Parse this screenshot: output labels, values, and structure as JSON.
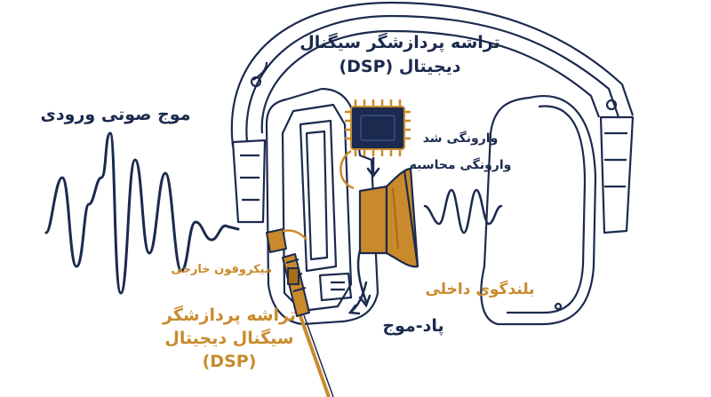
{
  "labels": {
    "input_wave": "موج صوتی ورودی",
    "dsp_top_line1": "تراشه پردازشگر سیگنال",
    "dsp_top_line2": "دیجیتال (DSP)",
    "inverted": "وارونگی شد",
    "inverted_calc": "وارونگی محاسبه",
    "ext_mic": "میکروفون خارجی",
    "speaker": "بلندگوی داخلی",
    "anti_wave": "پاد-موج",
    "dsp_bottom_line1": "تراشه پردازشگر",
    "dsp_bottom_line2": "سیگنال دیجیتال",
    "dsp_bottom_line3": "(DSP)"
  },
  "colors": {
    "navy": "#1b2a4e",
    "amber": "#c98a2c",
    "amber_dark": "#a86d18",
    "outline": "#1b2a4e",
    "background": "#ffffff"
  }
}
